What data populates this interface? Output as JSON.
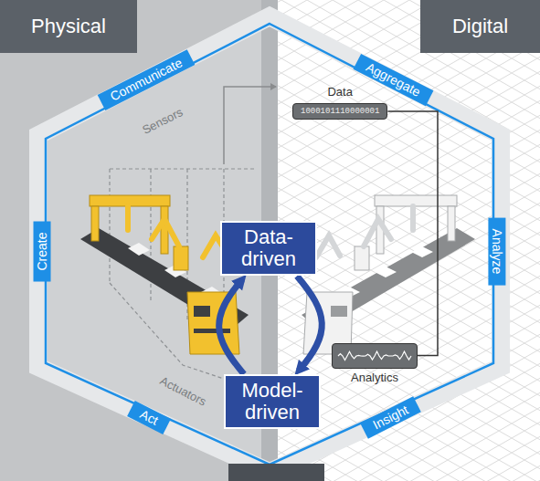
{
  "diagram": {
    "nodes": [
      {
        "text": [
          "Physical"
        ]
      },
      {
        "text": [
          "Digital"
        ]
      },
      {
        "text": [
          "Communicate"
        ]
      },
      {
        "text": [
          "Aggregate"
        ]
      },
      {
        "text": [
          "Create"
        ]
      },
      {
        "text": [
          "Analyze"
        ]
      },
      {
        "text": [
          "Act"
        ]
      },
      {
        "text": [
          "Insight"
        ]
      },
      {
        "text": [
          "Data-driven"
        ]
      },
      {
        "text": [
          "Model-driven"
        ]
      },
      {
        "text": [
          "Data",
          "1000101110000001"
        ]
      },
      {
        "text": [
          "Analytics"
        ]
      }
    ],
    "edges": [
      {
        "from": 8,
        "to": 9,
        "arrow": "to"
      },
      {
        "from": 9,
        "to": 8,
        "arrow": "to"
      },
      {
        "from": 10,
        "to": 11,
        "arrow": "none"
      }
    ],
    "labels": [
      "Sensors",
      "Actuators"
    ]
  }
}
